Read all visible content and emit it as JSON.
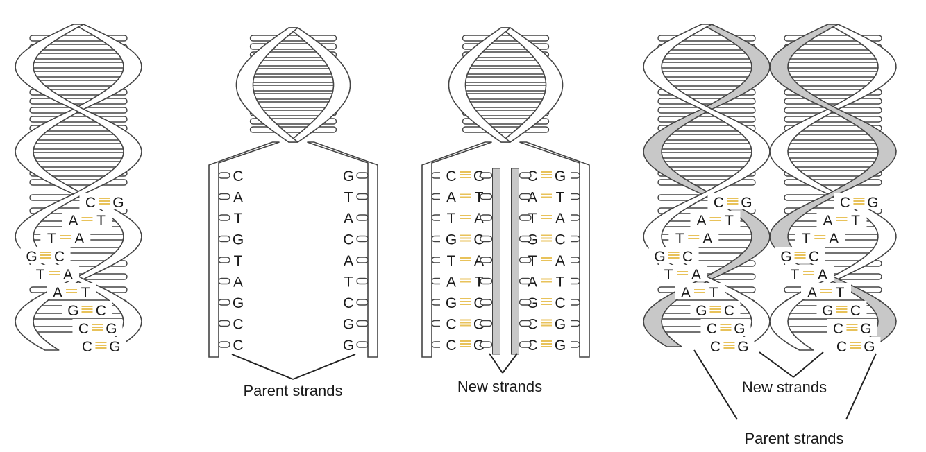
{
  "colors": {
    "outline": "#444444",
    "new_strand": "#c8c8c8",
    "hydrogen_bond": "#e8c25a",
    "base_text": "#1a1a1a",
    "background": "#ffffff"
  },
  "panel1_pairs": [
    {
      "left": "C",
      "right": "G",
      "bonds": 3
    },
    {
      "left": "A",
      "right": "T",
      "bonds": 2
    },
    {
      "left": "T",
      "right": "A",
      "bonds": 2
    },
    {
      "left": "G",
      "right": "C",
      "bonds": 3
    },
    {
      "left": "T",
      "right": "A",
      "bonds": 2
    },
    {
      "left": "A",
      "right": "T",
      "bonds": 2
    },
    {
      "left": "G",
      "right": "C",
      "bonds": 3
    },
    {
      "left": "C",
      "right": "G",
      "bonds": 3
    },
    {
      "left": "C",
      "right": "G",
      "bonds": 3
    }
  ],
  "parent_left_bases": [
    "C",
    "A",
    "T",
    "G",
    "T",
    "A",
    "G",
    "C",
    "C"
  ],
  "parent_right_bases": [
    "G",
    "T",
    "A",
    "C",
    "A",
    "T",
    "C",
    "G",
    "G"
  ],
  "labels": {
    "panel2_parent": "Parent strands",
    "panel3_new": "New strands",
    "panel4_new": "New strands",
    "panel4_parent": "Parent strands"
  }
}
